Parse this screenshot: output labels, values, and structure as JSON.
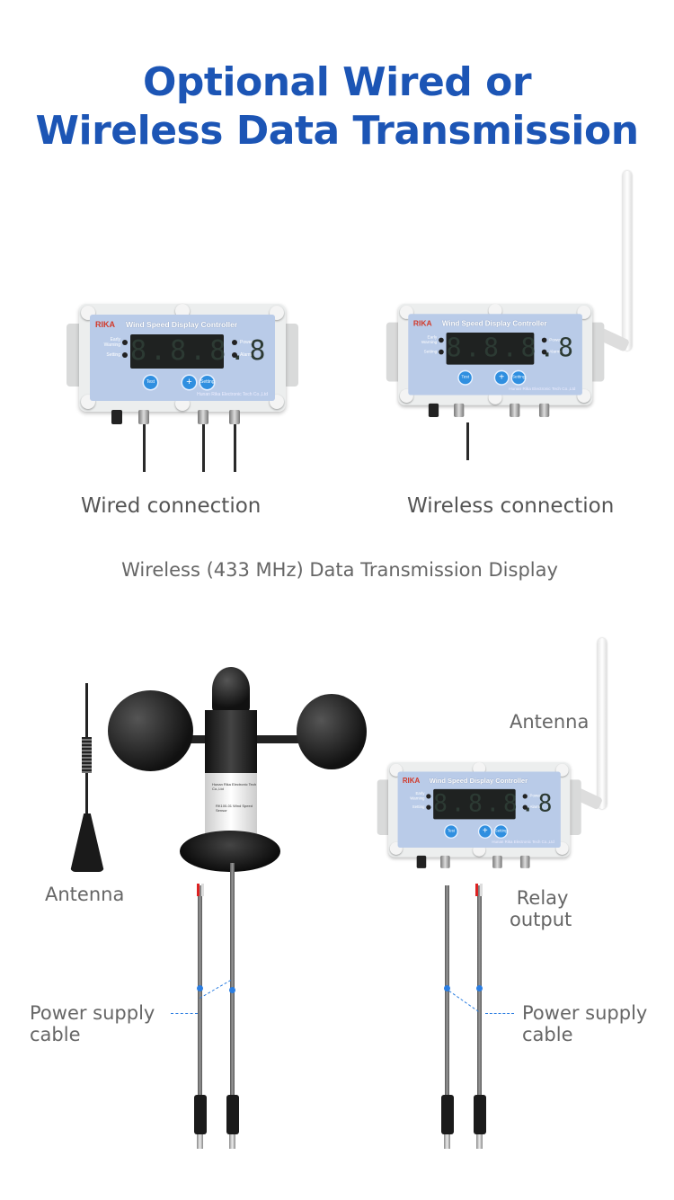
{
  "header": {
    "title_line1": "Optional Wired or",
    "title_line2": "Wireless Data Transmission"
  },
  "colors": {
    "title": "#1c55b5",
    "panel": "#b9cbe8",
    "button": "#2f8fe0",
    "callout": "#2a7de1"
  },
  "device": {
    "brand": "RIKA",
    "title": "Wind Speed Display Controller",
    "display": "8.8.8.8",
    "early_warning": "Early Warning",
    "setting": "Setting",
    "power": "Power",
    "alarm": "Alarm",
    "btn_test": "Test",
    "btn_plus": "+",
    "btn_setting": "Setting",
    "company": "Hunan Rika Electronic Tech Co.,Ltd"
  },
  "captions": {
    "wired": "Wired connection",
    "wireless": "Wireless connection",
    "subtitle": "Wireless (433 MHz) Data Transmission Display"
  },
  "labels": {
    "antenna_right": "Antenna",
    "antenna_left": "Antenna",
    "relay_line1": "Relay",
    "relay_line2": "output",
    "power_left_line1": "Power supply",
    "power_left_line2": "cable",
    "power_right_line1": "Power supply",
    "power_right_line2": "cable"
  },
  "sensor": {
    "company": "Hunan Rika Electronic Tech Co.,Ltd",
    "model": "RK100-01 Wind Speed Sensor"
  }
}
